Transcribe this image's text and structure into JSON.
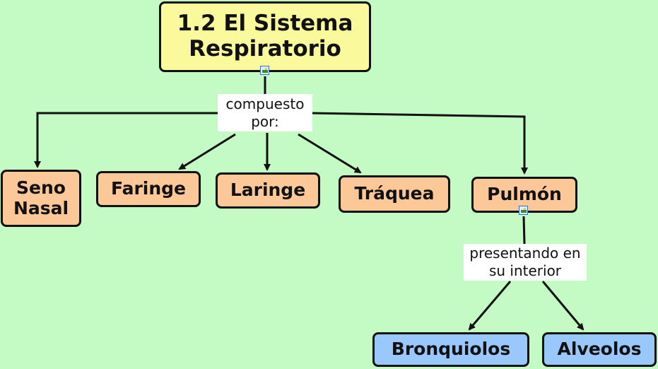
{
  "title": "1.2 El Sistema Respiratorio",
  "link_compuesto": "compuesto por:",
  "parts": [
    "Seno Nasal",
    "Faringe",
    "Laringe",
    "Tráquea",
    "Pulmón"
  ],
  "link_presentando": "presentando en su interior",
  "inner": [
    "Bronquiolos",
    "Alveolos"
  ],
  "icons": [
    "image-resource-icon"
  ]
}
